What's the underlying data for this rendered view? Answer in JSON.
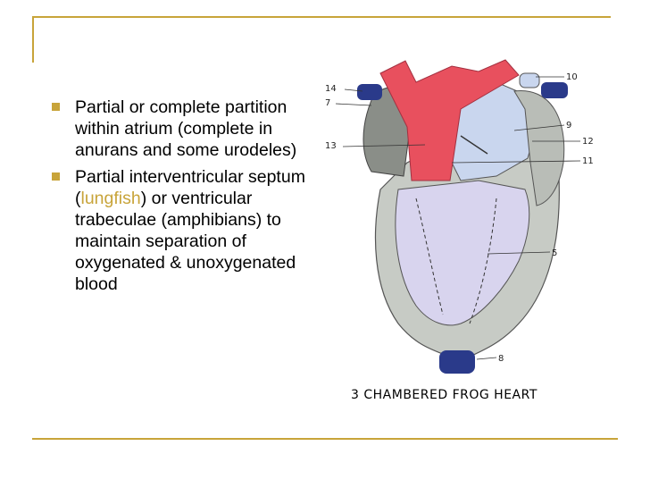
{
  "slide": {
    "bullets": [
      {
        "text": "Partial or complete partition within atrium (complete in anurans and some urodeles)"
      },
      {
        "text_before": "Partial interventricular septum (",
        "highlight": "lungfish",
        "text_after": ") or ventricular trabeculae (amphibians) to maintain separation of oxygenated & unoxygenated blood"
      }
    ]
  },
  "figure": {
    "caption": "3 CHAMBERED FROG HEART",
    "labels": [
      "14",
      "7",
      "13",
      "10",
      "9",
      "12",
      "11",
      "5",
      "8"
    ]
  },
  "colors": {
    "accent": "#c8a43a",
    "artery": "#e8505e",
    "vein": "#2a3a8a",
    "atrium_right": "#c9d6ee",
    "ventricle_outer": "#c7cbc5",
    "ventricle_inner": "#d8d4ee"
  }
}
